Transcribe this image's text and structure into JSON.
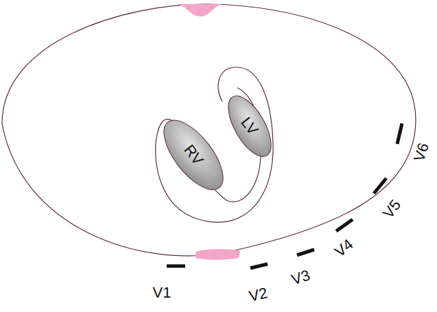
{
  "diagram": {
    "nodes": [
      {
        "text": [
          "RV"
        ]
      },
      {
        "text": [
          "LV"
        ]
      }
    ],
    "labels": [
      "V1",
      "V2",
      "V3",
      "V4",
      "V5",
      "V6"
    ]
  }
}
